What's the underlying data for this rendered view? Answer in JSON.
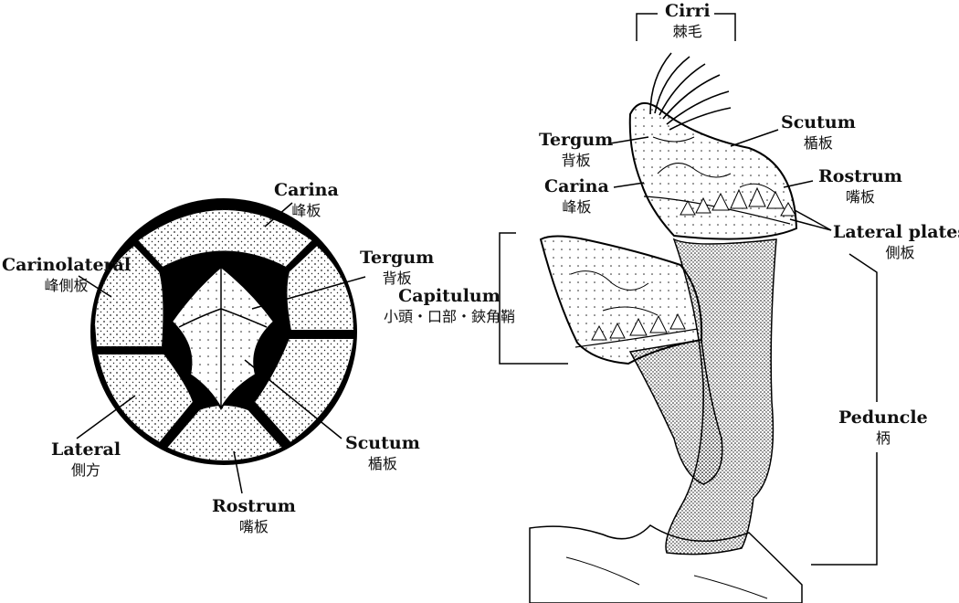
{
  "left_figure": {
    "labels": [
      {
        "id": "carina",
        "en": "Carina",
        "zh": "峰板"
      },
      {
        "id": "tergum",
        "en": "Tergum",
        "zh": "背板"
      },
      {
        "id": "carinolateral",
        "en": "Carinolateral",
        "zh": "峰側板"
      },
      {
        "id": "lateral",
        "en": "Lateral",
        "zh": "側方"
      },
      {
        "id": "scutum",
        "en": "Scutum",
        "zh": "楯板"
      },
      {
        "id": "rostrum",
        "en": "Rostrum",
        "zh": "嘴板"
      }
    ]
  },
  "right_figure": {
    "labels": [
      {
        "id": "cirri",
        "en": "Cirri",
        "zh": "棘毛"
      },
      {
        "id": "tergum",
        "en": "Tergum",
        "zh": "背板"
      },
      {
        "id": "carina",
        "en": "Carina",
        "zh": "峰板"
      },
      {
        "id": "scutum",
        "en": "Scutum",
        "zh": "楯板"
      },
      {
        "id": "rostrum",
        "en": "Rostrum",
        "zh": "嘴板"
      },
      {
        "id": "lateral-plates",
        "en": "Lateral plates",
        "zh": "側板"
      },
      {
        "id": "capitulum",
        "en": "Capitulum",
        "zh": "小頭・口部・鋏角鞘"
      },
      {
        "id": "peduncle",
        "en": "Peduncle",
        "zh": "柄"
      }
    ]
  }
}
